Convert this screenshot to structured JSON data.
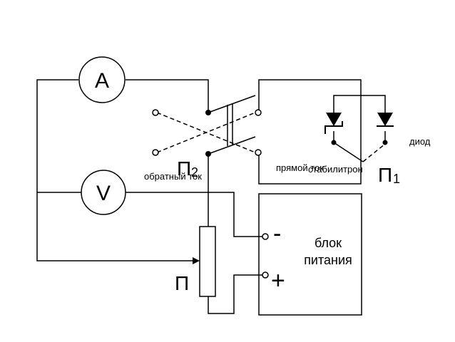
{
  "meters": {
    "ammeter": "A",
    "voltmeter": "V"
  },
  "labels": {
    "reverse_current": "обратный ток",
    "forward_current": "прямой ток",
    "zener": "стабилитрон",
    "diode": "диод",
    "p1_main": "П",
    "p1_sub": "1",
    "p2_main": "П",
    "p2_sub": "2",
    "potentiometer": "П"
  },
  "power_supply": {
    "line1": "блок",
    "line2": "питания",
    "minus": "-",
    "plus": "+"
  }
}
